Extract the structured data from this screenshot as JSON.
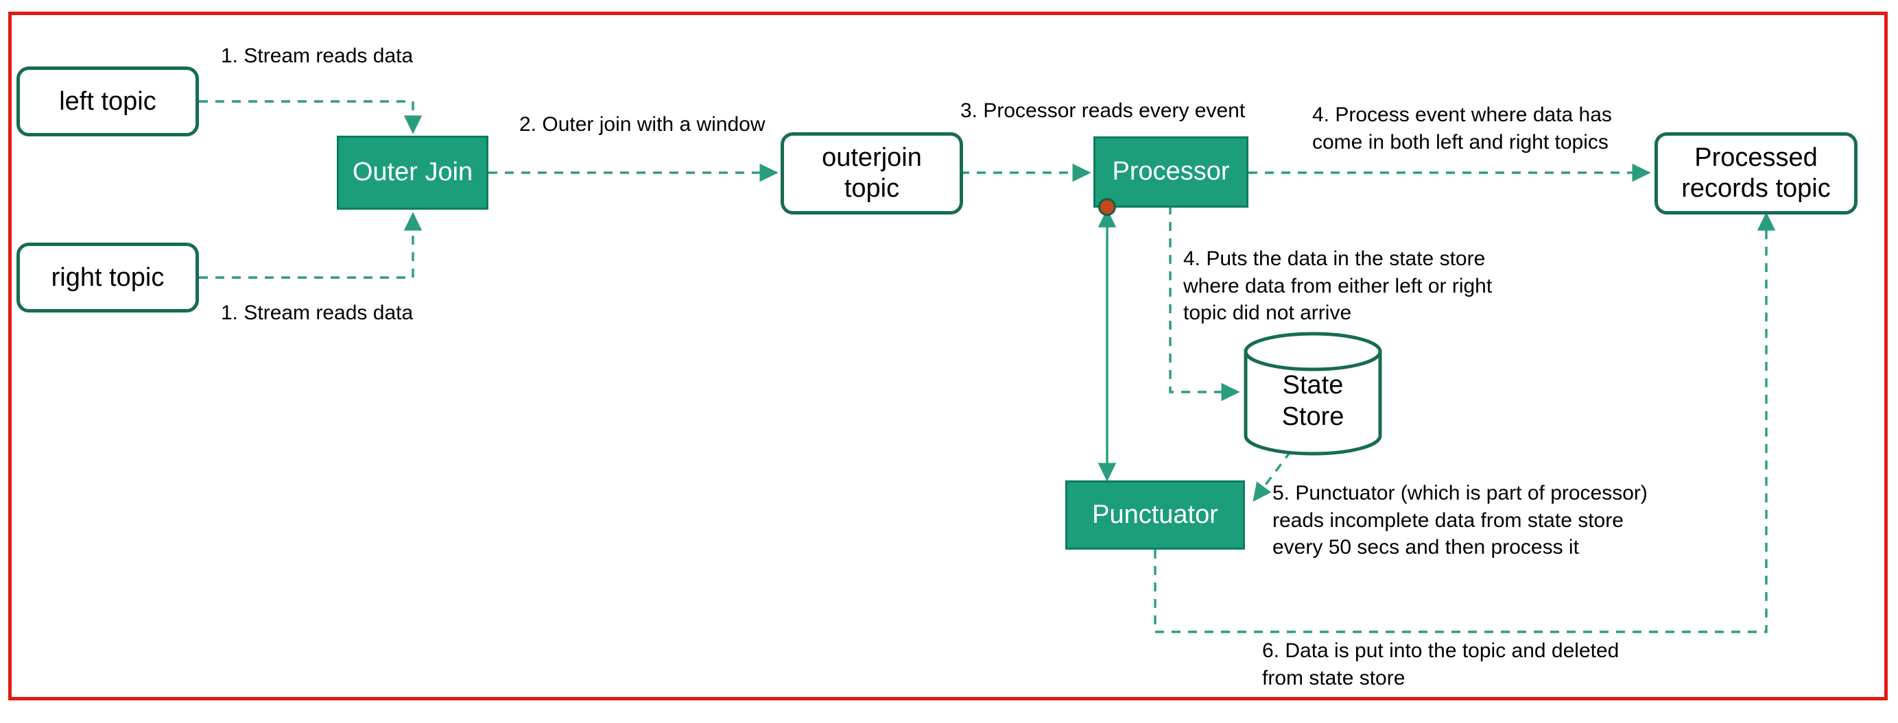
{
  "diagram": {
    "title": "Kafka Streams outer-join with punctuator flow",
    "frame_color": "#E11B12",
    "accent_green": "#1B9E79",
    "outline_green": "#176B54",
    "connector_dot_color": "#C3481B"
  },
  "nodes": {
    "left_topic": {
      "label": "left topic",
      "type": "topic"
    },
    "right_topic": {
      "label": "right topic",
      "type": "topic"
    },
    "outer_join": {
      "label": "Outer Join",
      "type": "process"
    },
    "outerjoin_topic": {
      "label": "outerjoin\ntopic",
      "type": "topic"
    },
    "processor": {
      "label": "Processor",
      "type": "process"
    },
    "processed_records_topic": {
      "label": "Processed\nrecords topic",
      "type": "topic"
    },
    "state_store": {
      "label": "State\nStore",
      "type": "datastore"
    },
    "punctuator": {
      "label": "Punctuator",
      "type": "process"
    }
  },
  "annotations": {
    "step1_left": "1. Stream reads data",
    "step1_right": "1. Stream reads data",
    "step2": "2. Outer join with a window",
    "step3": "3. Processor reads every event",
    "step4_process": "4. Process event where data has\ncome in both left and right topics",
    "step4_state": "4. Puts the data in the state store\nwhere data from either left or right\ntopic did not arrive",
    "step5": "5. Punctuator (which is part of processor)\nreads incomplete data from state store\nevery 50 secs and then process it",
    "step6": "6. Data is put into the topic and deleted\nfrom state store"
  },
  "edges": [
    {
      "name": "left-topic-to-outer-join",
      "from": "left_topic",
      "to": "outer_join",
      "style": "dashed",
      "label": "step1_left"
    },
    {
      "name": "right-topic-to-outer-join",
      "from": "right_topic",
      "to": "outer_join",
      "style": "dashed",
      "label": "step1_right"
    },
    {
      "name": "outer-join-to-outerjoin-topic",
      "from": "outer_join",
      "to": "outerjoin_topic",
      "style": "dashed",
      "label": "step2"
    },
    {
      "name": "outerjoin-topic-to-processor",
      "from": "outerjoin_topic",
      "to": "processor",
      "style": "dashed",
      "label": "step3"
    },
    {
      "name": "processor-to-processed-records-topic",
      "from": "processor",
      "to": "processed_records_topic",
      "style": "dashed",
      "label": "step4_process"
    },
    {
      "name": "processor-to-state-store",
      "from": "processor",
      "to": "state_store",
      "style": "dashed",
      "label": "step4_state"
    },
    {
      "name": "processor-punctuator-link",
      "from": "processor",
      "to": "punctuator",
      "style": "solid-double"
    },
    {
      "name": "state-store-to-punctuator",
      "from": "state_store",
      "to": "punctuator",
      "style": "dashed",
      "label": "step5"
    },
    {
      "name": "punctuator-to-processed-records-topic",
      "from": "punctuator",
      "to": "processed_records_topic",
      "style": "dashed",
      "label": "step6"
    }
  ]
}
